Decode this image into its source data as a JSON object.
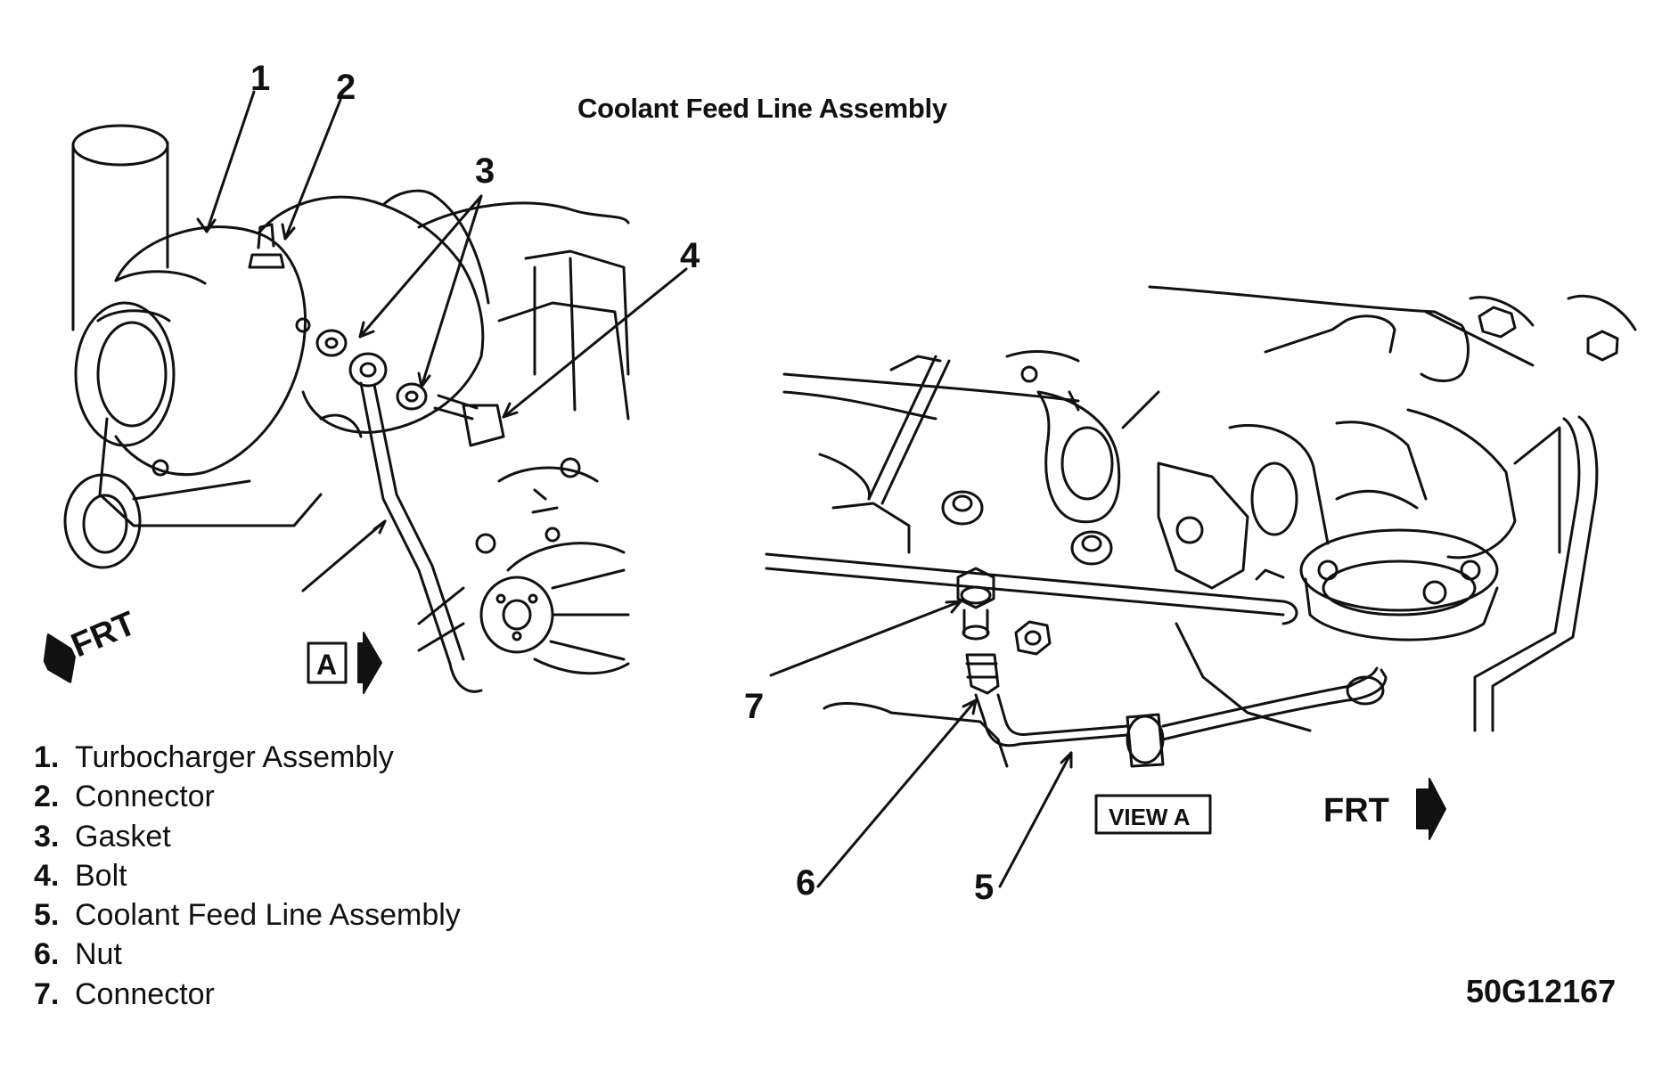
{
  "title": "Coolant Feed Line Assembly",
  "figure_id": "50G12167",
  "callouts": {
    "c1": "1",
    "c2": "2",
    "c3": "3",
    "c4": "4",
    "c5": "5",
    "c6": "6",
    "c7": "7"
  },
  "direction_left": "FRT",
  "direction_right": "FRT",
  "view_marker": "A",
  "view_label": "VIEW A",
  "legend": [
    {
      "num": "1.",
      "label": "Turbocharger Assembly"
    },
    {
      "num": "2.",
      "label": "Connector"
    },
    {
      "num": "3.",
      "label": "Gasket"
    },
    {
      "num": "4.",
      "label": "Bolt"
    },
    {
      "num": "5.",
      "label": "Coolant Feed Line Assembly"
    },
    {
      "num": "6.",
      "label": "Nut"
    },
    {
      "num": "7.",
      "label": "Connector"
    }
  ]
}
